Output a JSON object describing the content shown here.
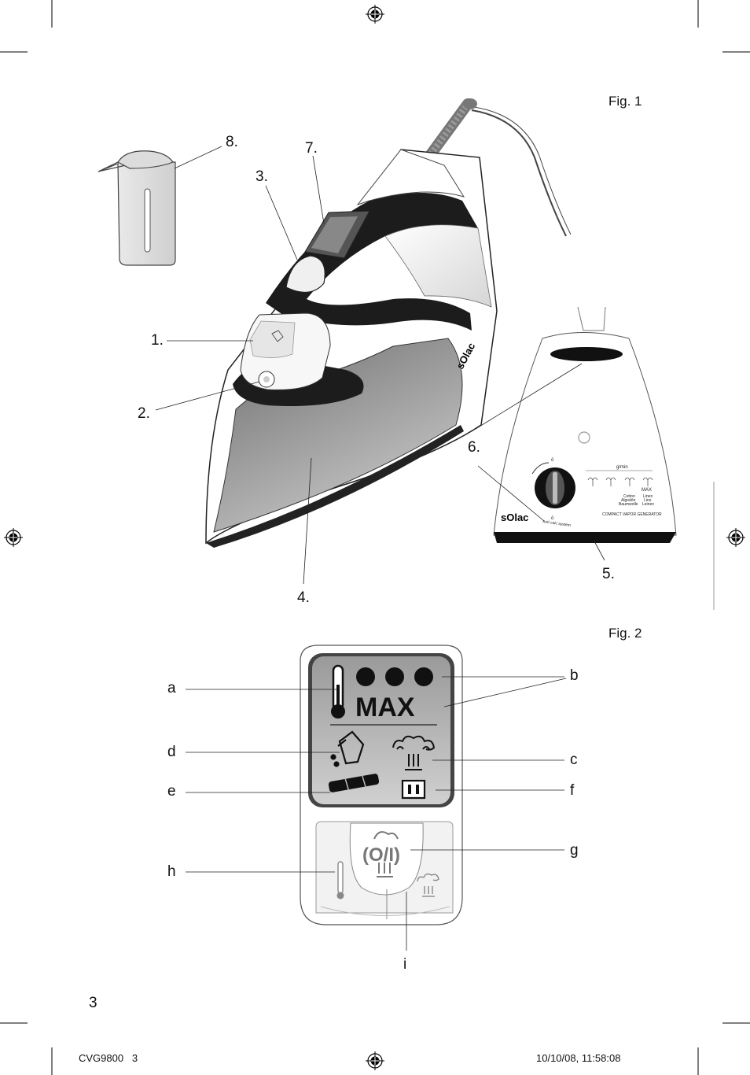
{
  "page": {
    "fig1_title": "Fig. 1",
    "fig2_title": "Fig. 2",
    "page_number": "3",
    "footer_left": "CVG9800   3",
    "footer_right": "10/10/08, 11:58:08"
  },
  "fig1": {
    "labels": {
      "l1": "1.",
      "l2": "2.",
      "l3": "3.",
      "l4": "4.",
      "l5": "5.",
      "l6": "6.",
      "l7": "7.",
      "l8": "8."
    },
    "iron_brand": "sOlac",
    "base_brand": "sOlac",
    "base_text": {
      "anticalc": "Anti calc system",
      "gmin": "g/min",
      "cotton": "Cotton",
      "algodon": "Algodón",
      "baumwolle": "Baumwolle",
      "max": "MAX",
      "linen": "Linen",
      "lino": "Lino",
      "leinen": "Leinen",
      "compact": "COMPACT VAPOR GENERATOR"
    }
  },
  "fig2": {
    "labels": {
      "a": "a",
      "b": "b",
      "c": "c",
      "d": "d",
      "e": "e",
      "f": "f",
      "g": "g",
      "h": "h",
      "i": "i"
    },
    "max_text": "MAX",
    "onoff_text": "(O/I)"
  },
  "colors": {
    "ink": "#111111",
    "dark_panel": "#1c1c1c",
    "soleplate_gray": "#8a8a8a",
    "panel_gray": "#b5b5b5"
  }
}
